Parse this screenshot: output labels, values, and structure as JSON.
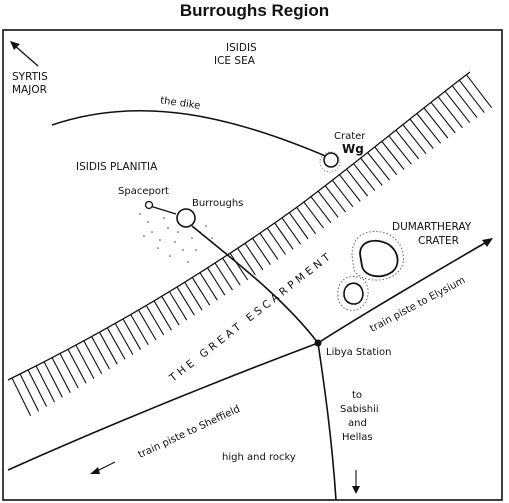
{
  "title": "Burroughs Region",
  "labels": {
    "isidis": "ISIDIS",
    "ice_sea": "ICE SEA",
    "syrtis": "SYRTIS",
    "major": "MAJOR",
    "dike": "the dike",
    "crater": "Crater",
    "crater_name": "Wg",
    "isidis_planitia": "ISIDIS PLANITIA",
    "spaceport": "Spaceport",
    "burroughs": "Burroughs",
    "dumartheray": "DUMARTHERAY",
    "dumartheray_crater": "CRATER",
    "escarpment": "THE GREAT ESCARPMENT",
    "train_elysium": "train piste to Elysium",
    "libya_station": "Libya Station",
    "train_sheffield": "train piste to Sheffield",
    "to": "to",
    "sabishii": "Sabishii",
    "and": "and",
    "hellas": "Hellas",
    "high_rocky": "high and rocky"
  }
}
